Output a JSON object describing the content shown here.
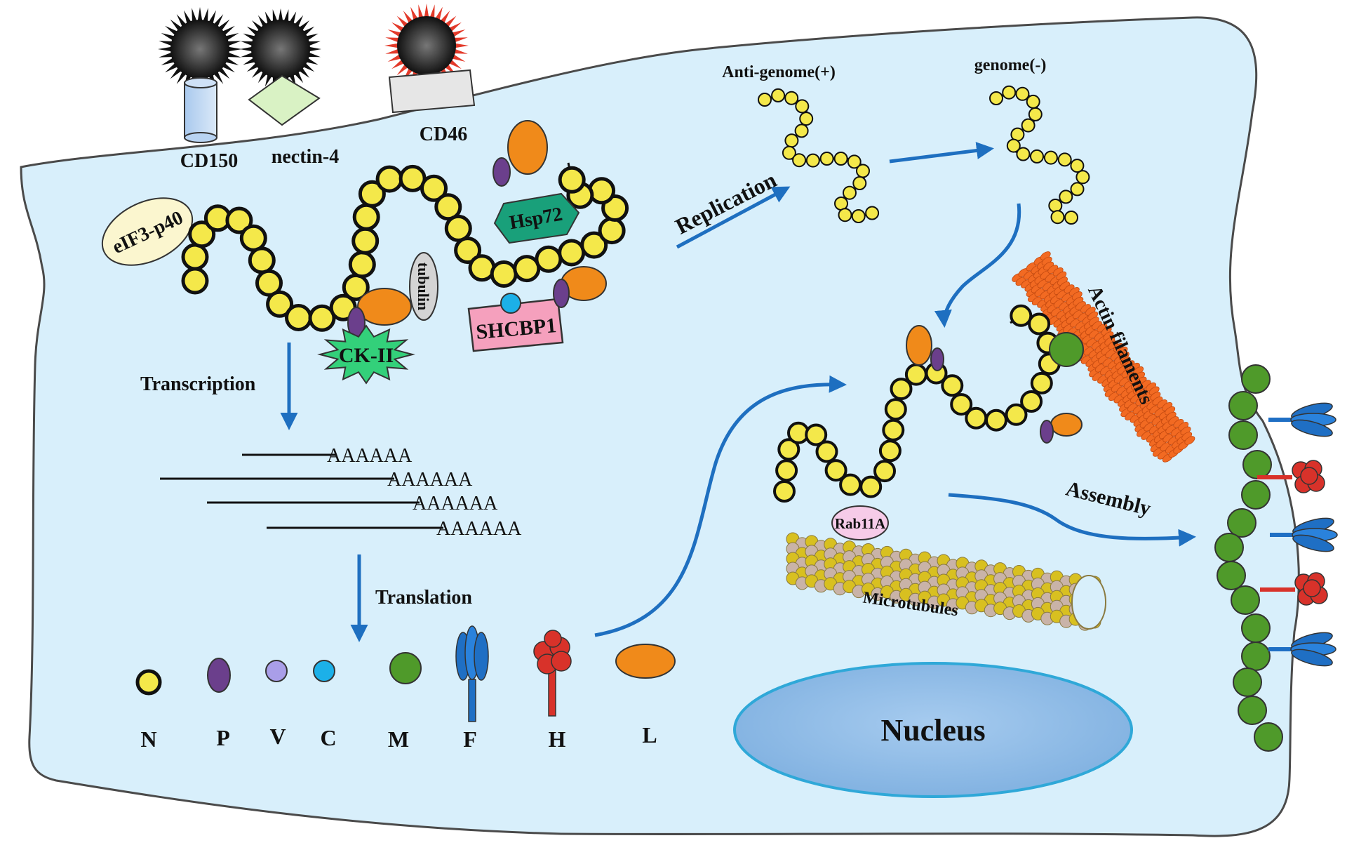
{
  "receptors": {
    "cd150": "CD150",
    "nectin4": "nectin-4",
    "cd46": "CD46"
  },
  "host_factors": {
    "eif3": "eIF3-p40",
    "tubulin": "tubulin",
    "ck2": "CK-II",
    "hsp72": "Hsp72",
    "shcbp1": "SHCBP1",
    "rab11a": "Rab11A"
  },
  "processes": {
    "transcription": "Transcription",
    "translation": "Translation",
    "replication": "Replication",
    "assembly": "Assembly"
  },
  "genomes": {
    "antigenome": "Anti-genome(+)",
    "genome": "genome(-)"
  },
  "mrna": {
    "tails": [
      "AAAAAA",
      "AAAAAA",
      "AAAAAA",
      "AAAAAA"
    ]
  },
  "structures": {
    "actin": "Actin filaments",
    "microtubules": "Microtubules",
    "nucleus": "Nucleus"
  },
  "proteins": {
    "n": "N",
    "p": "P",
    "v": "V",
    "c": "C",
    "m": "M",
    "f": "F",
    "h": "H",
    "l": "L"
  },
  "colors": {
    "cytoplasm": "#d8effb",
    "n_protein": "#f4e84a",
    "p_protein": "#6b3f8c",
    "v_protein": "#a99ee8",
    "c_protein": "#1cb0e8",
    "m_protein": "#4f9a2a",
    "f_protein": "#1f6fc4",
    "h_protein": "#d8322a",
    "l_protein": "#f08a1a",
    "arrow": "#1e6fc0",
    "nucleus": "#8fbde8"
  }
}
